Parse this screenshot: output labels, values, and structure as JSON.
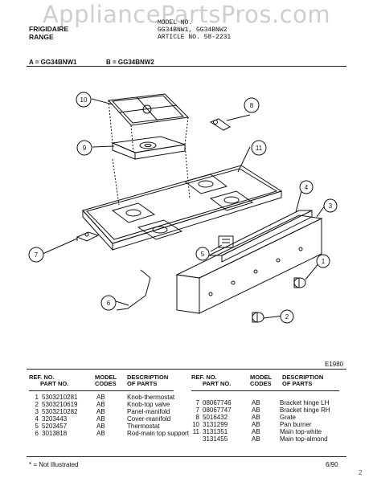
{
  "watermark": "AppliancePartsPros.com",
  "header": {
    "brand": "FRIGIDAIRE",
    "range": "RANGE",
    "model_label": "MODEL NO.",
    "model_value": "GG34BNW1, GG34BNW2",
    "article": "ARTICLE NO. 58-2231",
    "model_a": "A = GG34BNW1",
    "model_b": "B = GG34BNW2"
  },
  "diagram": {
    "callouts": [
      "1",
      "2",
      "3",
      "4",
      "5",
      "6",
      "7",
      "8",
      "9",
      "10",
      "11"
    ],
    "figure_id": "E1980"
  },
  "table": {
    "headers": {
      "ref": "REF. NO.",
      "part": "PART NO.",
      "codes": "MODEL CODES",
      "desc": "DESCRIPTION OF PARTS"
    },
    "left": [
      {
        "ref": "1",
        "part": "5303210281",
        "code": "AB",
        "desc": "Knob-thermostat"
      },
      {
        "ref": "2",
        "part": "5303210619",
        "code": "AB",
        "desc": "Knob-top valve"
      },
      {
        "ref": "3",
        "part": "5303210282",
        "code": "AB",
        "desc": "Panel-manifold"
      },
      {
        "ref": "4",
        "part": "3203443",
        "code": "AB",
        "desc": "Cover-manifold"
      },
      {
        "ref": "5",
        "part": "5203457",
        "code": "AB",
        "desc": "Thermostat"
      },
      {
        "ref": "6",
        "part": "3013818",
        "code": "AB",
        "desc": "Rod-main top support"
      }
    ],
    "right": [
      {
        "ref": "7",
        "part": "08067746",
        "code": "AB",
        "desc": "Bracket hinge LH"
      },
      {
        "ref": "7",
        "part": "08067747",
        "code": "AB",
        "desc": "Bracket hinge RH"
      },
      {
        "ref": "8",
        "part": "5016432",
        "code": "AB",
        "desc": "Grate"
      },
      {
        "ref": "10",
        "part": "3131299",
        "code": "AB",
        "desc": "Pan burner"
      },
      {
        "ref": "11",
        "part": "3131351",
        "code": "AB",
        "desc": "Main top-white"
      },
      {
        "ref": "",
        "part": "3131455",
        "code": "AB",
        "desc": "Main top-almond"
      }
    ]
  },
  "footer": {
    "note": "* = Not Illustrated",
    "date": "6/90",
    "page": "2"
  }
}
